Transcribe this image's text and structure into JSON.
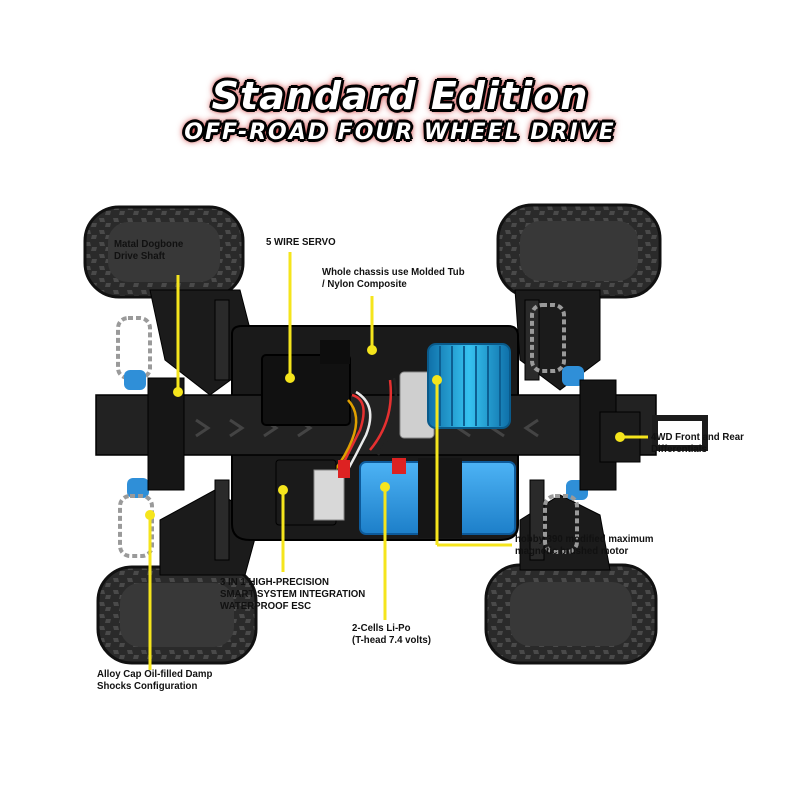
{
  "title": {
    "line1": "Standard Edition",
    "line2": "OFF-ROAD FOUR WHEEL DRIVE"
  },
  "colors": {
    "accent": "#f5e51c",
    "title_glow": "#d41414",
    "shock_blue": "#2f8fd8",
    "motor_blue": "#1fa8e0",
    "battery_blue": "#2a9be6"
  },
  "labels": {
    "driveshaft": [
      "Matal Dogbone",
      "Drive Shaft"
    ],
    "servo": [
      "5 WIRE SERVO"
    ],
    "chassis": [
      "Whole chassis use Molded Tub",
      "/ Nylon Composite"
    ],
    "differentials": [
      "4WD Front and Rear",
      "Differentials"
    ],
    "motor": [
      "hobby 390 modified maximum",
      "magnetic brushed motor"
    ],
    "esc": [
      "3 IN 1 HIGH-PRECISION",
      "SMART SYSTEM INTEGRATION",
      "WATERPROOF ESC"
    ],
    "battery": [
      "2-Cells  Li-Po",
      "(T-head 7.4 volts)"
    ],
    "shocks": [
      "Alloy Cap Oil-filled Damp",
      "Shocks Configuration"
    ]
  }
}
